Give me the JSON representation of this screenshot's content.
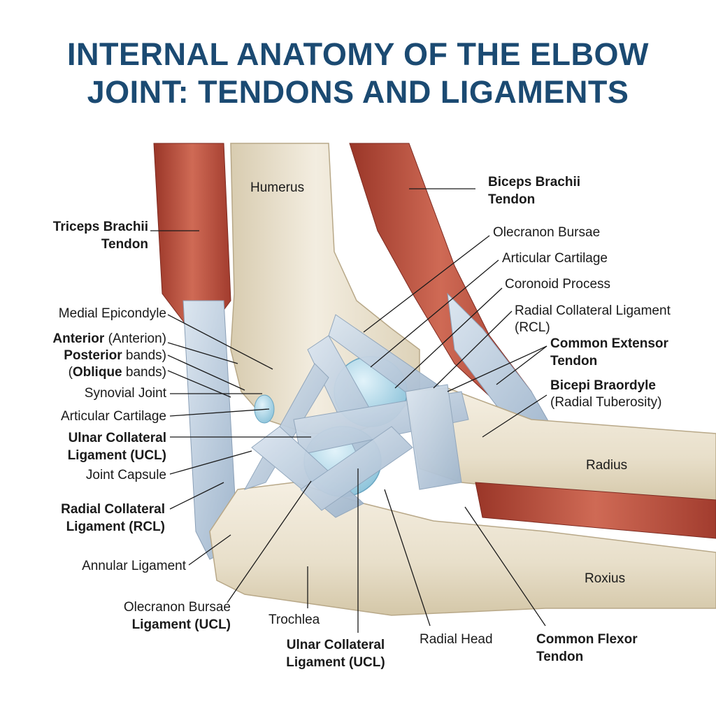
{
  "title": {
    "line1": "INTERNAL ANATOMY OF THE ELBOW",
    "line2": "JOINT: TENDONS AND LIGAMENTS"
  },
  "colors": {
    "title": "#1b4a72",
    "bone": "#ece4d0",
    "muscle": "#b84a3a",
    "ligament": "#b9cadc",
    "cartilage": "#a9d4e6"
  },
  "labels": {
    "humerus": "Humerus",
    "triceps": {
      "line1": "Triceps Brachii",
      "line2": "Tendon"
    },
    "biceps": {
      "line1": "Biceps Brachii",
      "line2": "Tendon"
    },
    "olecranon_bursae_right": "Olecranon Bursae",
    "articular_cartilage_right": "Articular Cartilage",
    "coronoid_process": "Coronoid Process",
    "rcl_right": {
      "line1": "Radial Collateral Ligament",
      "line2": "(RCL)"
    },
    "common_extensor": {
      "line1": "Common Extensor",
      "line2": "Tendon"
    },
    "bicepi": {
      "line1": "Bicepi Braordyle",
      "line2": "(Radial Tuberosity)"
    },
    "radius": "Radius",
    "roxius": "Roxius",
    "medial_epicondyle": "Medial Epicondyle",
    "anterior": {
      "bold": "Anterior",
      "rest": " (Anterion)"
    },
    "posterior": {
      "bold": "Posterior",
      "rest": " bands)"
    },
    "oblique": {
      "pre": "(",
      "bold": "Oblique",
      "rest": " bands)"
    },
    "synovial_joint": "Synovial Joint",
    "articular_cartilage_left": "Articular Cartilage",
    "ucl_left": {
      "line1": "Ulnar Collateral",
      "line2": "Ligament (UCL)"
    },
    "joint_capsule": "Joint Capsule",
    "rcl_left": {
      "line1": "Radial Collateral",
      "line2": "Ligament (RCL)"
    },
    "annular_ligament": "Annular Ligament",
    "olecranon_bursae_bottom": {
      "line1": "Olecranon Bursae",
      "line2": "Ligament (UCL)"
    },
    "trochlea": "Trochlea",
    "ucl_bottom": {
      "line1": "Ulnar Collateral",
      "line2": "Ligament (UCL)"
    },
    "radial_head": "Radial Head",
    "common_flexor": {
      "line1": "Common Flexor",
      "line2": "Tendon"
    }
  }
}
